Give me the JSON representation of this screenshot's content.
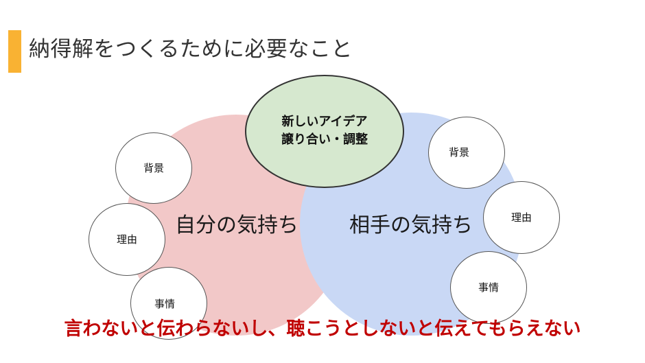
{
  "title": "納得解をつくるために必要なこと",
  "center_top": {
    "line1": "新しいアイデア",
    "line2": "譲り合い・調整"
  },
  "left_circle": {
    "label": "自分の気持ち",
    "items": [
      "背景",
      "理由",
      "事情"
    ]
  },
  "right_circle": {
    "label": "相手の気持ち",
    "items": [
      "背景",
      "理由",
      "事情"
    ]
  },
  "footer_message": "言わないと伝わらないし、聴こうとしないと伝えてもらえない",
  "colors": {
    "accent": "#f9b233",
    "left_fill": "#f2c8c8",
    "right_fill": "#c9d8f5",
    "top_fill": "#d6e8cf",
    "footer_text": "#c00000"
  }
}
